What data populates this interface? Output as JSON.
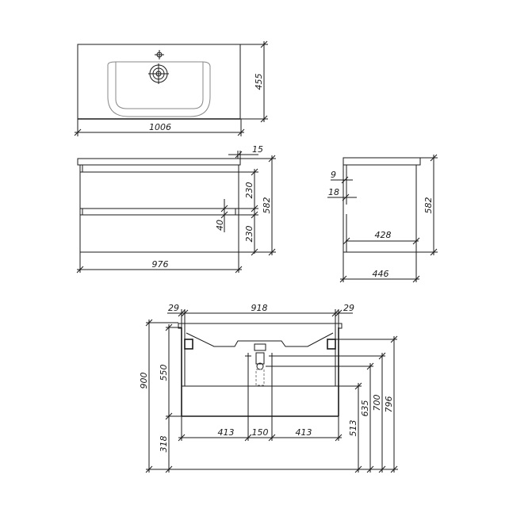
{
  "top_view": {
    "width": "1006",
    "depth": "455"
  },
  "front_view": {
    "top_thickness": "15",
    "drawer_top": "230",
    "drawer_bottom": "230",
    "gap": "40",
    "total_height": "582",
    "cabinet_width": "976"
  },
  "side_view": {
    "dim_9": "9",
    "dim_18": "18",
    "inner_depth": "428",
    "total_depth": "446",
    "height": "582"
  },
  "install_view": {
    "side_left": "29",
    "inner_width": "918",
    "side_right": "29",
    "total_height": "900",
    "cabinet_height": "550",
    "floor_clearance": "318",
    "left_offset": "413",
    "pipe_spacing": "150",
    "right_offset": "413",
    "h_513": "513",
    "h_635": "635",
    "h_700": "700",
    "h_796": "796"
  }
}
